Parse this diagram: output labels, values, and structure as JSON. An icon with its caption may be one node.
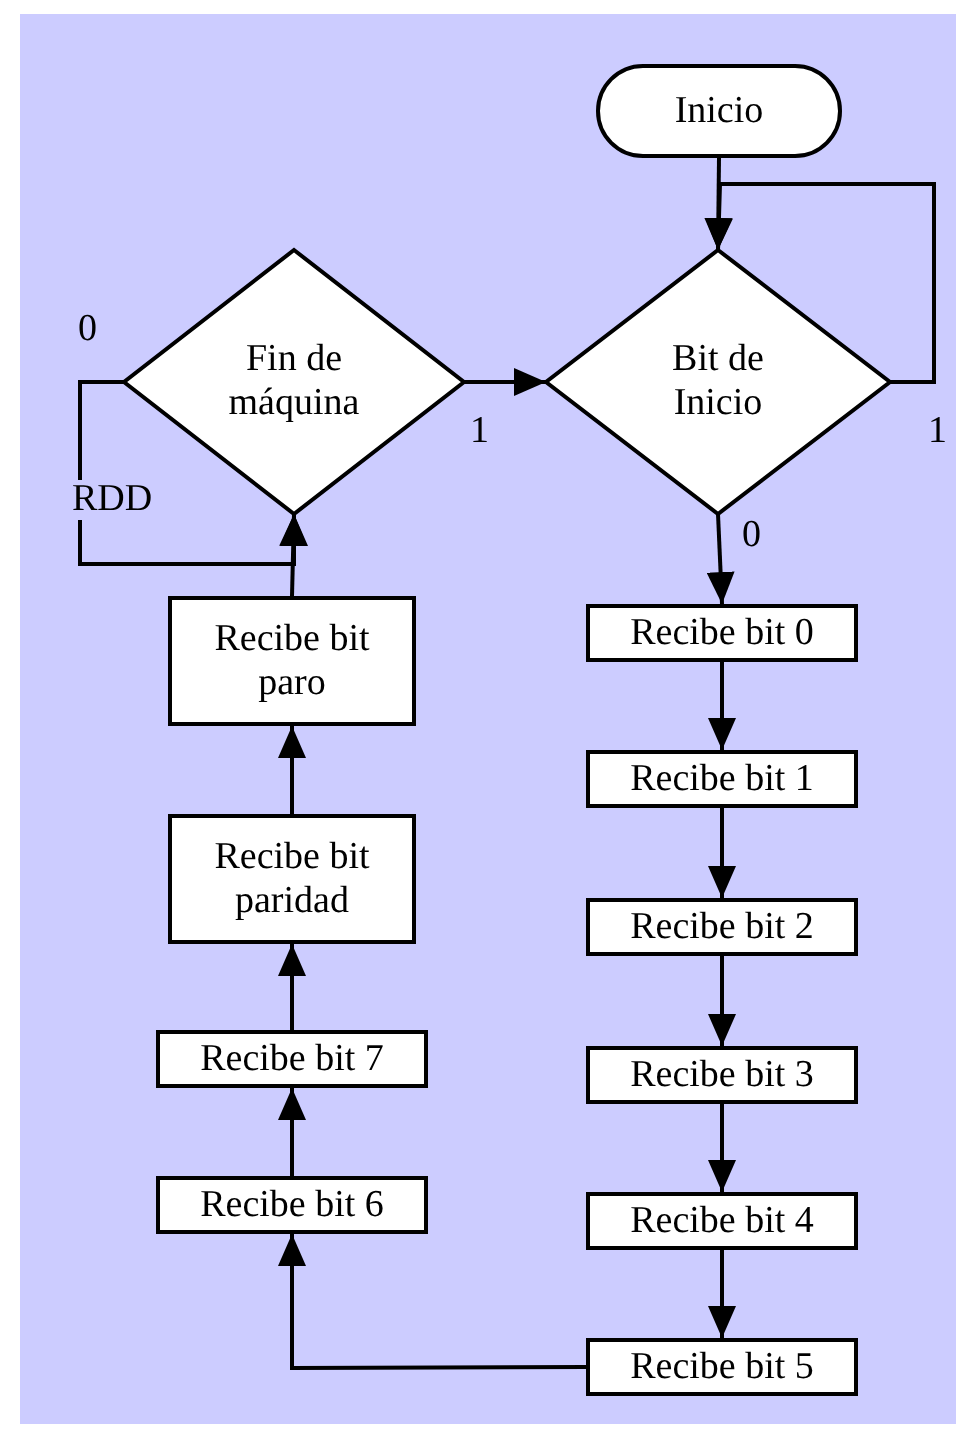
{
  "diagram": {
    "nodes": [
      {
        "text": [
          "Inicio"
        ]
      },
      {
        "text": [
          "Bit de Inicio"
        ]
      },
      {
        "text": [
          "Fin de máquina"
        ]
      },
      {
        "text": [
          "Recibe bit 0"
        ]
      },
      {
        "text": [
          "Recibe bit 1"
        ]
      },
      {
        "text": [
          "Recibe bit 2"
        ]
      },
      {
        "text": [
          "Recibe bit 3"
        ]
      },
      {
        "text": [
          "Recibe bit 4"
        ]
      },
      {
        "text": [
          "Recibe bit 5"
        ]
      },
      {
        "text": [
          "Recibe bit 6"
        ]
      },
      {
        "text": [
          "Recibe bit 7"
        ]
      },
      {
        "text": [
          "Recibe bit paridad"
        ]
      },
      {
        "text": [
          "Recibe bit paro"
        ]
      }
    ],
    "edges": [
      {
        "from": 0,
        "to": 1,
        "arrow": "to"
      },
      {
        "from": 1,
        "to": 1,
        "arrow": "to",
        "label": "1"
      },
      {
        "from": 1,
        "to": 3,
        "arrow": "to",
        "label": "0"
      },
      {
        "from": 3,
        "to": 4,
        "arrow": "to"
      },
      {
        "from": 4,
        "to": 5,
        "arrow": "to"
      },
      {
        "from": 5,
        "to": 6,
        "arrow": "to"
      },
      {
        "from": 6,
        "to": 7,
        "arrow": "to"
      },
      {
        "from": 7,
        "to": 8,
        "arrow": "to"
      },
      {
        "from": 8,
        "to": 9,
        "arrow": "to"
      },
      {
        "from": 9,
        "to": 10,
        "arrow": "to"
      },
      {
        "from": 10,
        "to": 11,
        "arrow": "to"
      },
      {
        "from": 11,
        "to": 12,
        "arrow": "to"
      },
      {
        "from": 12,
        "to": 2,
        "arrow": "to"
      },
      {
        "from": 2,
        "to": 1,
        "arrow": "to",
        "label": "1"
      },
      {
        "from": 2,
        "to": 2,
        "arrow": "to",
        "label": "0"
      }
    ],
    "labels": [
      "RDD"
    ]
  }
}
